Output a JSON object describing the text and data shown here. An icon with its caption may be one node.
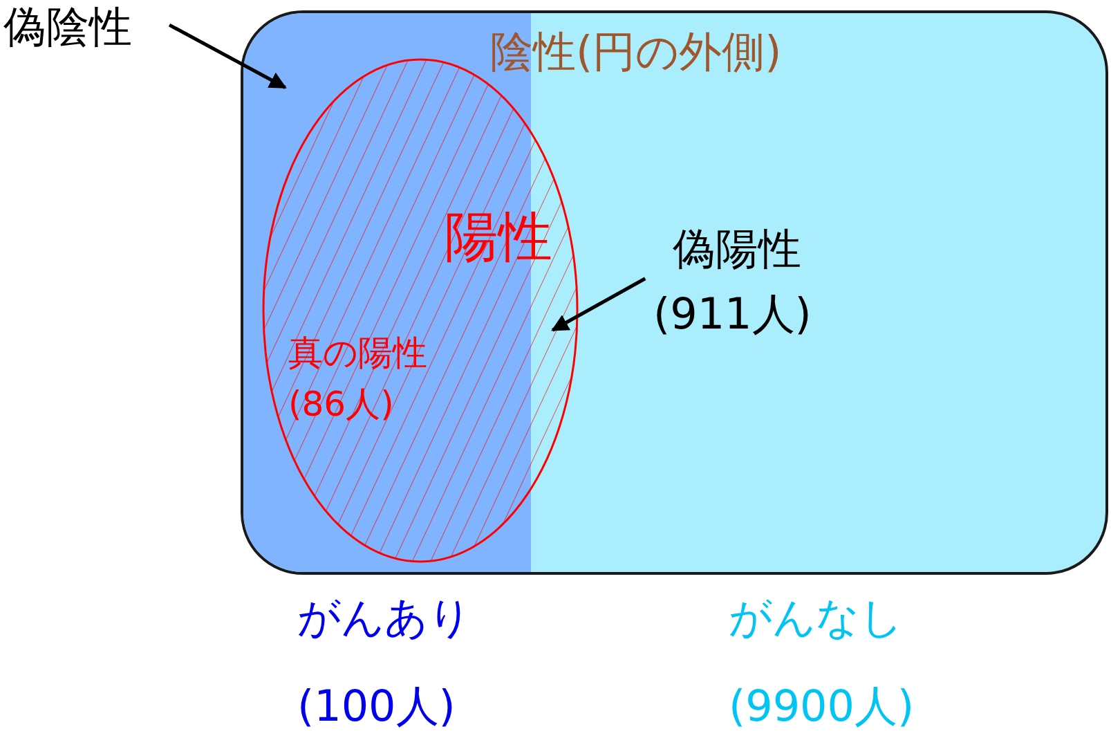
{
  "diagram": {
    "nodes": [
      {
        "text": [
          "偽陰性"
        ]
      },
      {
        "text": [
          "陰性(円の外側)"
        ]
      },
      {
        "text": [],
        "shape": "box",
        "in": 1
      },
      {
        "text": [
          "陽性",
          "真の陽性",
          "(86人)"
        ],
        "in": 1
      },
      {
        "text": [
          "偽陽性",
          "(911人)"
        ],
        "in": 1
      }
    ],
    "edges": [
      {
        "from": 0,
        "to": 2,
        "arrow": "to"
      },
      {
        "from": 4,
        "to": 3,
        "arrow": "to"
      }
    ],
    "labels": [
      "がんあり",
      "(100人)",
      "がんなし",
      "(9900人)"
    ]
  }
}
